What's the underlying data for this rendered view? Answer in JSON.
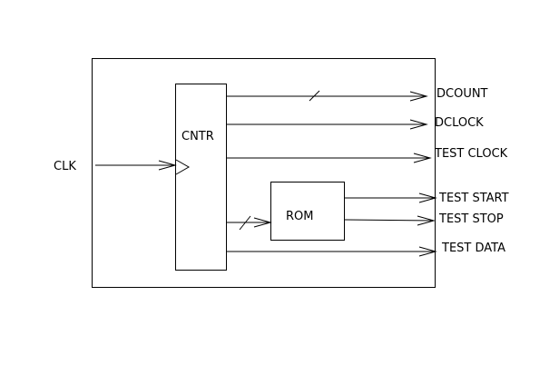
{
  "diagram": {
    "input": {
      "label": "CLK"
    },
    "blocks": {
      "counter": {
        "label": "CNTR"
      },
      "rom": {
        "label": "ROM"
      }
    },
    "outputs": [
      {
        "label": "DCOUNT",
        "bus": true
      },
      {
        "label": "DCLOCK",
        "bus": false
      },
      {
        "label": "TEST CLOCK",
        "bus": false
      },
      {
        "label": "TEST START",
        "bus": false
      },
      {
        "label": "TEST STOP",
        "bus": false
      },
      {
        "label": "TEST DATA",
        "bus": false
      }
    ],
    "internal_connections": [
      {
        "from": "CNTR",
        "to": "ROM",
        "bus": true
      }
    ]
  }
}
